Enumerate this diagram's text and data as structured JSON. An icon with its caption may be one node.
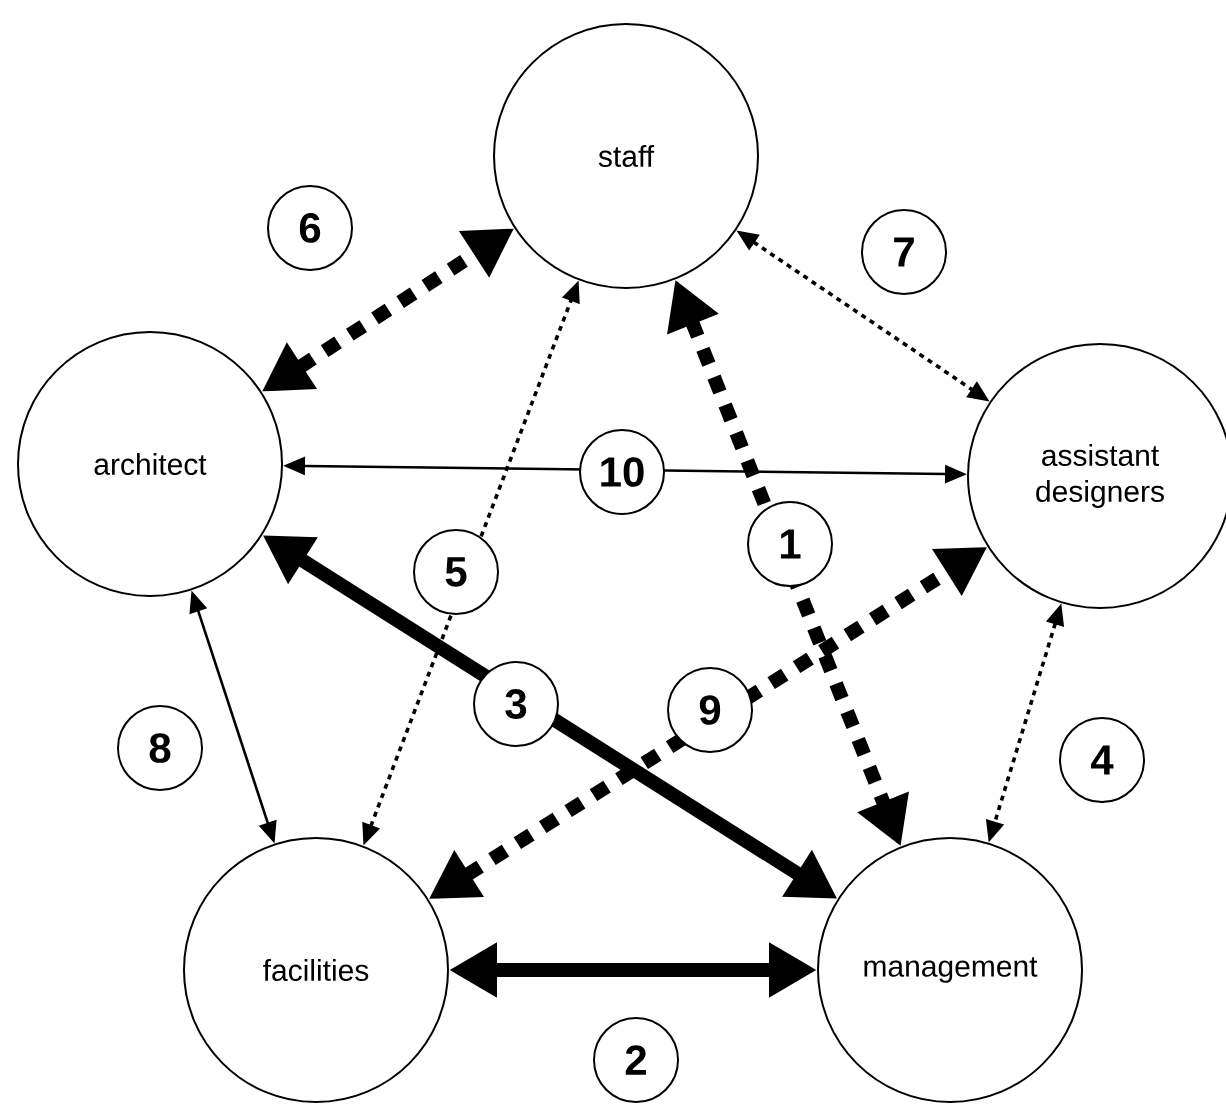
{
  "diagram": {
    "nodes": [
      {
        "text": [
          "staff"
        ]
      },
      {
        "text": [
          "architect"
        ]
      },
      {
        "text": [
          "assistant designers"
        ]
      },
      {
        "text": [
          "facilities"
        ]
      },
      {
        "text": [
          "management"
        ]
      }
    ],
    "edges": [
      {
        "from": 0,
        "to": 4,
        "arrow": "both",
        "label": "1",
        "style": "dashed"
      },
      {
        "from": 3,
        "to": 4,
        "arrow": "both",
        "label": "2",
        "style": "thick"
      },
      {
        "from": 1,
        "to": 4,
        "arrow": "both",
        "label": "3",
        "style": "thick"
      },
      {
        "from": 2,
        "to": 4,
        "arrow": "both",
        "label": "4",
        "style": "dashed"
      },
      {
        "from": 3,
        "to": 0,
        "arrow": "both",
        "label": "5",
        "style": "dashed"
      },
      {
        "from": 1,
        "to": 0,
        "arrow": "both",
        "label": "6",
        "style": "dashed"
      },
      {
        "from": 0,
        "to": 2,
        "arrow": "both",
        "label": "7",
        "style": "dashed"
      },
      {
        "from": 1,
        "to": 3,
        "arrow": "both",
        "label": "8"
      },
      {
        "from": 3,
        "to": 2,
        "arrow": "both",
        "label": "9",
        "style": "dashed"
      },
      {
        "from": 1,
        "to": 2,
        "arrow": "both",
        "label": "10"
      }
    ]
  }
}
